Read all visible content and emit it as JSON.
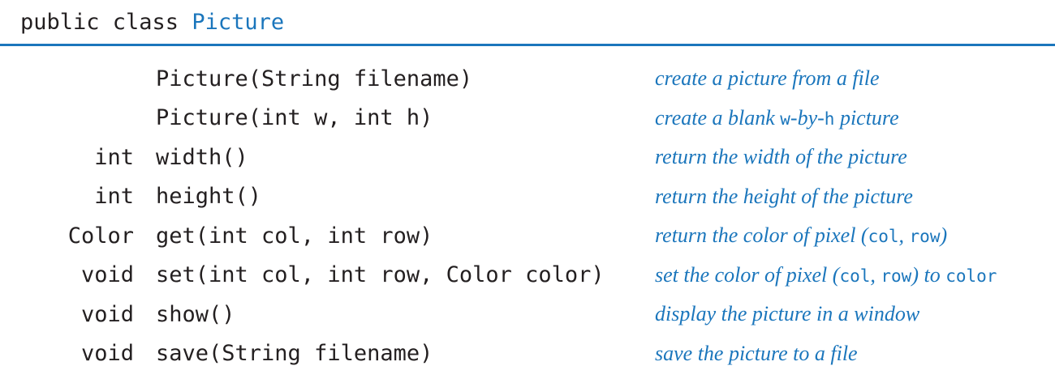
{
  "colors": {
    "code_text": "#231f20",
    "accent_blue": "#1b76bc",
    "background": "#ffffff"
  },
  "header": {
    "keyword": "public class ",
    "class_name": "Picture"
  },
  "api": {
    "rows": [
      {
        "return_type": "",
        "signature": "Picture(String filename)",
        "description": [
          {
            "kind": "text",
            "value": "create a picture from a file"
          }
        ]
      },
      {
        "return_type": "",
        "signature": "Picture(int w, int h)",
        "description": [
          {
            "kind": "text",
            "value": "create a blank "
          },
          {
            "kind": "code",
            "value": "w"
          },
          {
            "kind": "text",
            "value": "-by-"
          },
          {
            "kind": "code",
            "value": "h"
          },
          {
            "kind": "text",
            "value": " picture"
          }
        ]
      },
      {
        "return_type": "int",
        "signature": "width()",
        "description": [
          {
            "kind": "text",
            "value": "return the width of the picture"
          }
        ]
      },
      {
        "return_type": "int",
        "signature": "height()",
        "description": [
          {
            "kind": "text",
            "value": "return the height of the picture"
          }
        ]
      },
      {
        "return_type": "Color",
        "signature": "get(int col, int row)",
        "description": [
          {
            "kind": "text",
            "value": "return the color of pixel ("
          },
          {
            "kind": "code",
            "value": "col"
          },
          {
            "kind": "text",
            "value": ", "
          },
          {
            "kind": "code",
            "value": "row"
          },
          {
            "kind": "text",
            "value": ")"
          }
        ]
      },
      {
        "return_type": "void",
        "signature": "set(int col, int row, Color color)",
        "description": [
          {
            "kind": "text",
            "value": "set the color of pixel ("
          },
          {
            "kind": "code",
            "value": "col"
          },
          {
            "kind": "text",
            "value": ", "
          },
          {
            "kind": "code",
            "value": "row"
          },
          {
            "kind": "text",
            "value": ") to "
          },
          {
            "kind": "code",
            "value": "color"
          }
        ]
      },
      {
        "return_type": "void",
        "signature": "show()",
        "description": [
          {
            "kind": "text",
            "value": "display the picture in a window"
          }
        ]
      },
      {
        "return_type": "void",
        "signature": "save(String filename)",
        "description": [
          {
            "kind": "text",
            "value": "save the picture to a file"
          }
        ]
      }
    ]
  }
}
